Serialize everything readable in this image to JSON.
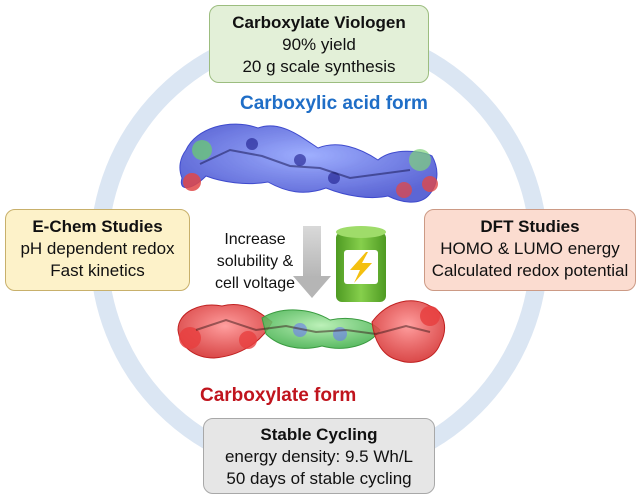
{
  "boxes": {
    "top": {
      "title": "Carboxylate Viologen",
      "lines": [
        "90% yield",
        "20 g scale synthesis"
      ]
    },
    "left": {
      "title": "E-Chem Studies",
      "lines": [
        "pH dependent redox",
        "Fast kinetics"
      ]
    },
    "right": {
      "title": "DFT Studies",
      "lines": [
        "HOMO & LUMO energy",
        "Calculated redox potential"
      ]
    },
    "bottom": {
      "title": "Stable Cycling",
      "lines": [
        "energy density: 9.5 Wh/L",
        "50 days of stable cycling"
      ]
    }
  },
  "labels": {
    "acid": "Carboxylic acid form",
    "carboxylate": "Carboxylate form"
  },
  "center": {
    "lines": [
      "Increase",
      "solubility &",
      "cell voltage"
    ]
  },
  "colors": {
    "ring": "#dbe6f3",
    "acid_label": "#1f6ec7",
    "carboxylate_label": "#c0141d",
    "battery": "#6fb83a",
    "molecule_blue": "#3a4bd9",
    "molecule_red": "#e23b3b",
    "molecule_green": "#52c45a"
  },
  "icons": [
    "down-arrow-icon",
    "battery-icon",
    "lightning-icon"
  ]
}
